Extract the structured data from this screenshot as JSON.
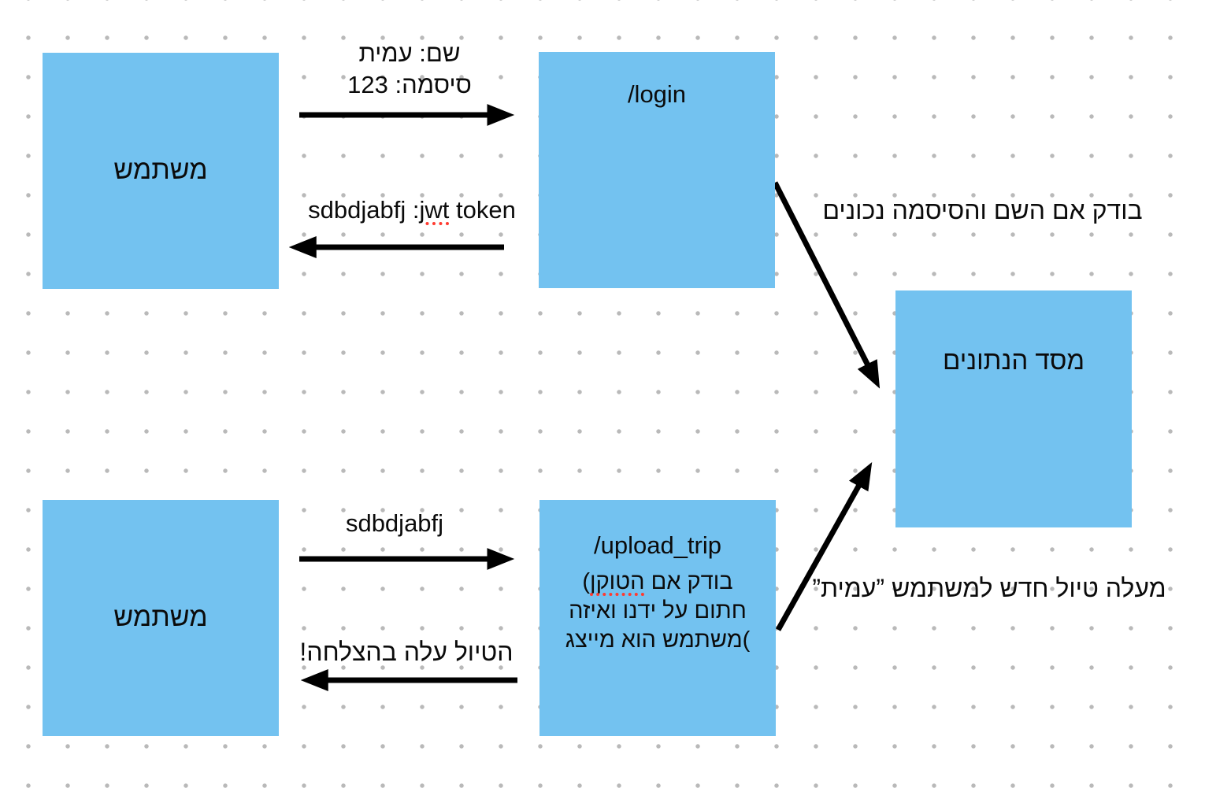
{
  "canvas": {
    "background_color": "#ffffff",
    "dot_grid_color": "#b9b9b9",
    "shape_fill_color": "#73c2f0",
    "arrow_color": "#000000",
    "text_color": "#0b0b0b",
    "spellcheck_underline_color": "#ff3b30"
  },
  "boxes": {
    "user_top": {
      "label": "משתמש"
    },
    "login": {
      "label": "/login"
    },
    "database": {
      "label": "מסד הנתונים"
    },
    "user_bottom": {
      "label": "משתמש"
    },
    "upload": {
      "title": "/upload_trip",
      "note1_pre": "בודק אם ",
      "note1_word": "הטוקן",
      "note1_post": ")",
      "note2": "חתום על ידנו ואיזה",
      "note3": ")משתמש הוא מייצג"
    }
  },
  "labels": {
    "login_request_line1": "שם: עמית",
    "login_request_line2": "סיסמה: 123",
    "jwt_pre": "sdbdjabfj :",
    "jwt_word": "jwt",
    "jwt_post": " token",
    "check_credentials": "בודק אם השם והסיסמה נכונים",
    "upload_request": "sdbdjabfj",
    "upload_success": "הטיול עלה בהצלחה!",
    "upload_new_trip": "מעלה טיול חדש למשתמש ”עמית”"
  }
}
